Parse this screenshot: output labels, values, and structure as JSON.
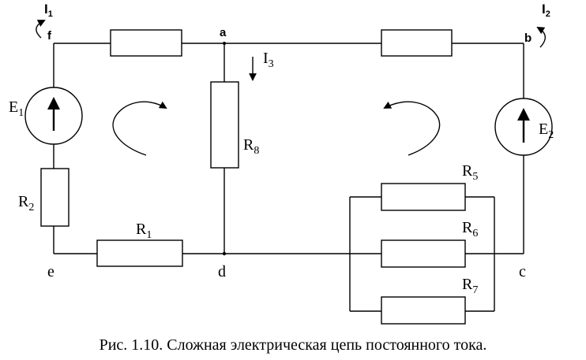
{
  "diagram": {
    "nodes": {
      "a": "a",
      "b": "b",
      "c": "c",
      "d": "d",
      "e": "e",
      "f": "f"
    },
    "sources": [
      {
        "letter": "E",
        "index": "1"
      },
      {
        "letter": "E",
        "index": "2"
      }
    ],
    "resistors": [
      {
        "letter": "R",
        "index": "1"
      },
      {
        "letter": "R",
        "index": "2"
      },
      {
        "letter": "R",
        "index": "5"
      },
      {
        "letter": "R",
        "index": "6"
      },
      {
        "letter": "R",
        "index": "7"
      },
      {
        "letter": "R",
        "index": "8"
      }
    ],
    "currents": [
      {
        "letter": "I",
        "index": "1"
      },
      {
        "letter": "I",
        "index": "2"
      },
      {
        "letter": "I",
        "index": "3"
      }
    ],
    "caption": "Рис. 1.10. Сложная электрическая цепь постоянного тока."
  }
}
